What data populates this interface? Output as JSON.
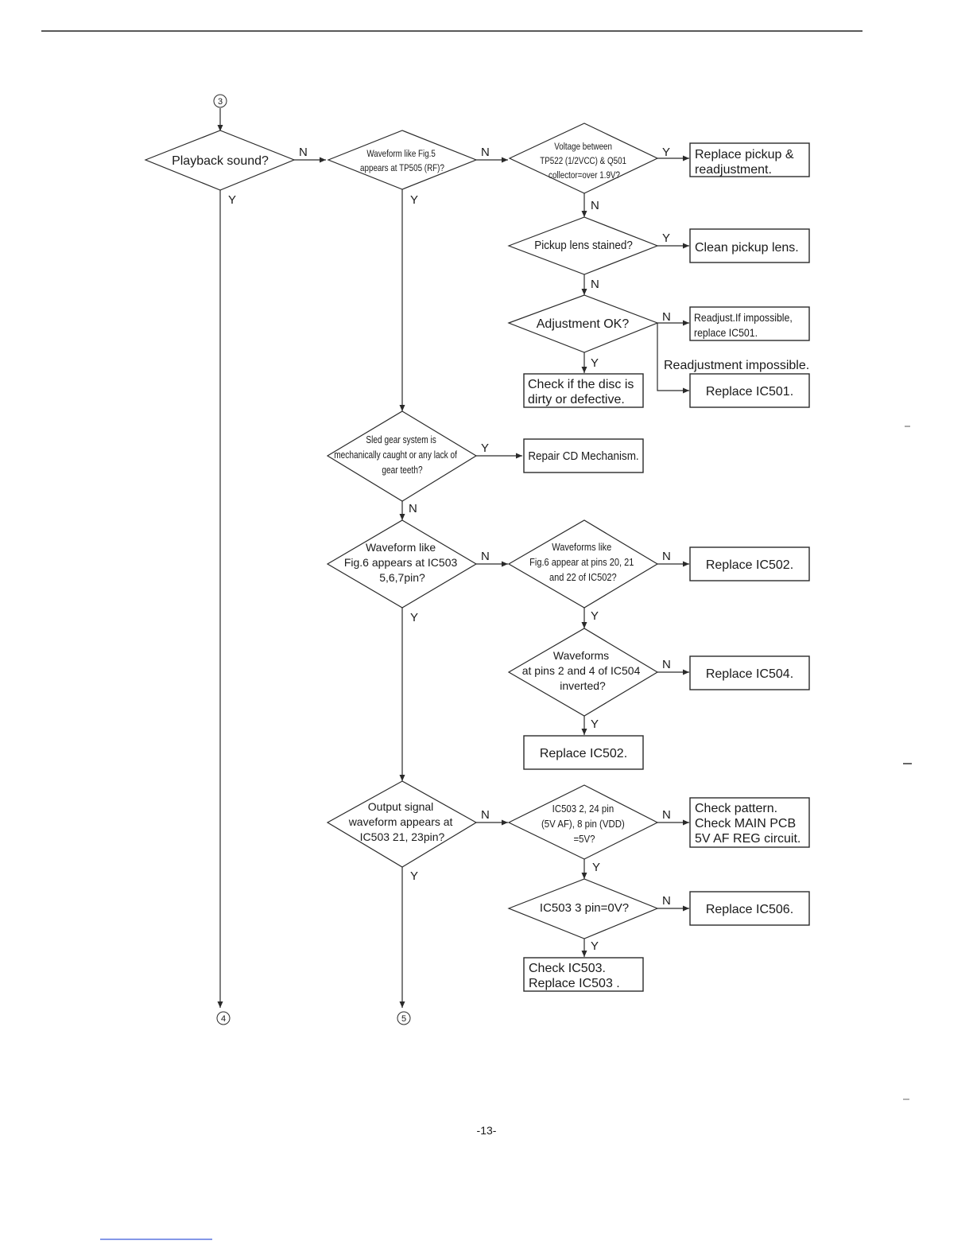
{
  "connectors": {
    "start": "3",
    "end_left": "4",
    "end_mid": "5"
  },
  "labels": {
    "yes": "Y",
    "no": "N"
  },
  "decisions": {
    "d1": [
      "Playback sound?"
    ],
    "d2": [
      "Waveform like Fig.5",
      "appears at TP505 (RF)?"
    ],
    "d3": [
      "Voltage between",
      "TP522 (1/2VCC) & Q501",
      "collector=over 1.9V?"
    ],
    "d4": [
      "Pickup lens stained?"
    ],
    "d5": [
      "Adjustment OK?"
    ],
    "d6": [
      "Sled gear system is",
      "mechanically caught or any lack of",
      "gear teeth?"
    ],
    "d7": [
      "Waveform like",
      "Fig.6 appears at IC503",
      "5,6,7pin?"
    ],
    "d8": [
      "Waveforms like",
      "Fig.6 appear at pins 20, 21",
      "and 22 of IC502?"
    ],
    "d9": [
      "Waveforms",
      "at pins 2 and 4 of IC504",
      "inverted?"
    ],
    "d10": [
      "Output signal",
      "waveform appears at",
      "IC503 21, 23pin?"
    ],
    "d11": [
      "IC503 2, 24 pin",
      "(5V AF), 8 pin (VDD)",
      "=5V?"
    ],
    "d12": [
      "IC503 3 pin=0V?"
    ]
  },
  "boxes": {
    "b1": [
      "Replace pickup &",
      "readjustment."
    ],
    "b2": [
      "Clean pickup lens."
    ],
    "b3": [
      "Readjust.If impossible,",
      "replace IC501."
    ],
    "b4": [
      "Check if the disc is",
      "dirty or defective."
    ],
    "b5": [
      "Replace IC501."
    ],
    "b6": [
      "Repair CD Mechanism."
    ],
    "b7": [
      "Replace IC502."
    ],
    "b8": [
      "Replace IC504."
    ],
    "b9": [
      "Replace IC502."
    ],
    "b10": [
      "Check pattern.",
      "Check MAIN PCB",
      "5V AF REG circuit."
    ],
    "b11": [
      "Replace IC506."
    ],
    "b12": [
      "Check IC503.",
      "Replace IC503 ."
    ]
  },
  "note_readjust": "Readjustment impossible.",
  "page_number": "-13-"
}
